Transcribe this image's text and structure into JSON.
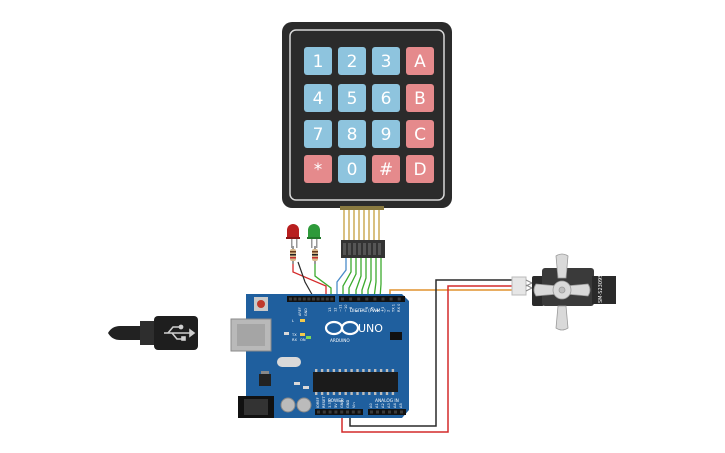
{
  "keypad": {
    "rows": [
      [
        {
          "label": "1",
          "kind": "num"
        },
        {
          "label": "2",
          "kind": "num"
        },
        {
          "label": "3",
          "kind": "num"
        },
        {
          "label": "A",
          "kind": "letter"
        }
      ],
      [
        {
          "label": "4",
          "kind": "num"
        },
        {
          "label": "5",
          "kind": "num"
        },
        {
          "label": "6",
          "kind": "num"
        },
        {
          "label": "B",
          "kind": "letter"
        }
      ],
      [
        {
          "label": "7",
          "kind": "num"
        },
        {
          "label": "8",
          "kind": "num"
        },
        {
          "label": "9",
          "kind": "num"
        },
        {
          "label": "C",
          "kind": "letter"
        }
      ],
      [
        {
          "label": "*",
          "kind": "letter"
        },
        {
          "label": "0",
          "kind": "num"
        },
        {
          "label": "#",
          "kind": "letter"
        },
        {
          "label": "D",
          "kind": "letter"
        }
      ]
    ]
  },
  "arduino": {
    "model": "UNO",
    "brand": "ARDUINO",
    "digital_header_label": "DIGITAL (PWM~)",
    "power_label": "POWER",
    "analog_label": "ANALOG IN",
    "aref_label": "AREF",
    "gnd_label": "GND",
    "tx_label": "TX",
    "rx_label": "RX",
    "l_label": "L",
    "on_label": "ON",
    "power_pins": [
      "IOREF",
      "RESET",
      "3.3V",
      "5V",
      "GND",
      "GND",
      "Vin"
    ],
    "analog_pins": [
      "A0",
      "A1",
      "A2",
      "A3",
      "A4",
      "A5"
    ],
    "digital_pins": [
      "13",
      "12",
      "~11",
      "~10",
      "~9",
      "8",
      "7",
      "~6",
      "~5",
      "4",
      "~3",
      "2",
      "TX 1",
      "RX 0"
    ]
  },
  "servo": {
    "model": "SM-S2309S"
  },
  "colors": {
    "key_num": "#8ec4de",
    "key_letter": "#e58a8c",
    "keypad_body": "#2b2b2b",
    "board": "#1f5f9e",
    "wire_red": "#d42a2a",
    "wire_black": "#2a2a2a",
    "wire_orange": "#e0922e",
    "wire_green": "#3cab2e",
    "wire_blue": "#4a8bc9",
    "led_red": "#b81e1e",
    "led_green": "#2e9a3a"
  }
}
